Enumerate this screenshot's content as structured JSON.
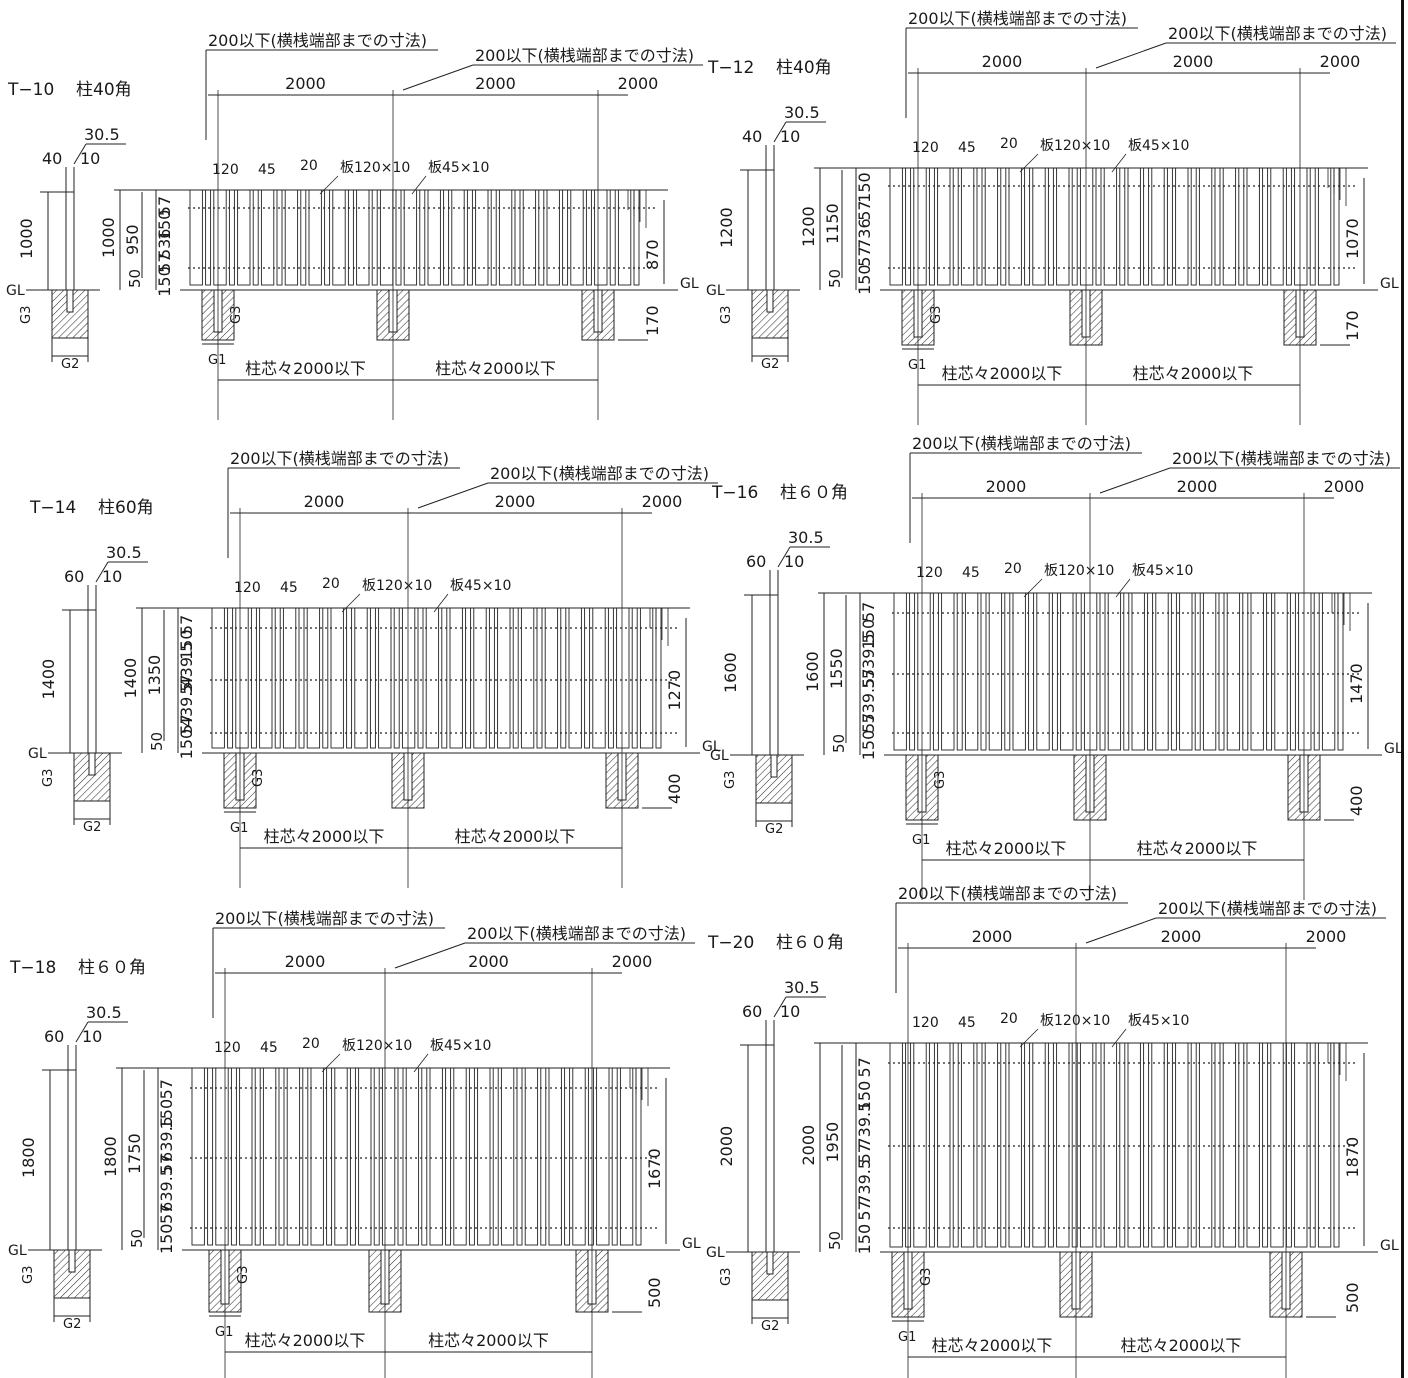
{
  "common": {
    "note_left": "200以下(横桟端部までの寸法)",
    "note_right": "200以下(横桟端部までの寸法)",
    "span": "2000",
    "pitch": "柱芯々2000以下",
    "gl": "GL",
    "g1": "G1",
    "g2": "G2",
    "g3": "G3",
    "board_gap": "20",
    "board_wide_w": "120",
    "board_narrow_w": "45",
    "board_wide_label": "板120×10",
    "board_narrow_label": "板45×10",
    "side_overall": "30.5",
    "side_post_depth": "10"
  },
  "fences": [
    {
      "id": "T-10",
      "title": "T−10",
      "post": "柱40角",
      "post_size": "40",
      "side_height": "1000",
      "overall": "1000",
      "board_height": "950",
      "bottom_gap": "50",
      "end_height": "870",
      "foundation": "170",
      "dims": [
        "57",
        "150",
        "536",
        "57",
        "150"
      ]
    },
    {
      "id": "T-12",
      "title": "T−12",
      "post": "柱40角",
      "post_size": "40",
      "side_height": "1200",
      "overall": "1200",
      "board_height": "1150",
      "bottom_gap": "50",
      "end_height": "1070",
      "foundation": "170",
      "dims": [
        "150",
        "57",
        "736",
        "57",
        "150"
      ]
    },
    {
      "id": "T-14",
      "title": "T−14",
      "post": "柱60角",
      "post_size": "60",
      "side_height": "1400",
      "overall": "1400",
      "board_height": "1350",
      "bottom_gap": "50",
      "end_height": "1270",
      "foundation": "400",
      "dims": [
        "57",
        "150",
        "439.5",
        "57",
        "439.5",
        "57",
        "150"
      ]
    },
    {
      "id": "T-16",
      "title": "T−16",
      "post": "柱６０角",
      "post_size": "60",
      "side_height": "1600",
      "overall": "1600",
      "board_height": "1550",
      "bottom_gap": "50",
      "end_height": "1470",
      "foundation": "400",
      "dims": [
        "57",
        "150",
        "539.5",
        "57",
        "539.5",
        "57",
        "150"
      ]
    },
    {
      "id": "T-18",
      "title": "T−18",
      "post": "柱６０角",
      "post_size": "60",
      "side_height": "1800",
      "overall": "1800",
      "board_height": "1750",
      "bottom_gap": "50",
      "end_height": "1670",
      "foundation": "500",
      "dims": [
        "57",
        "150",
        "639.5",
        "57",
        "639.5",
        "57",
        "150"
      ]
    },
    {
      "id": "T-20",
      "title": "T−20",
      "post": "柱６０角",
      "post_size": "60",
      "side_height": "2000",
      "overall": "2000",
      "board_height": "1950",
      "bottom_gap": "50",
      "end_height": "1870",
      "foundation": "500",
      "dims": [
        "57",
        "150",
        "739.5",
        "57",
        "739.5",
        "57",
        "150"
      ]
    }
  ]
}
